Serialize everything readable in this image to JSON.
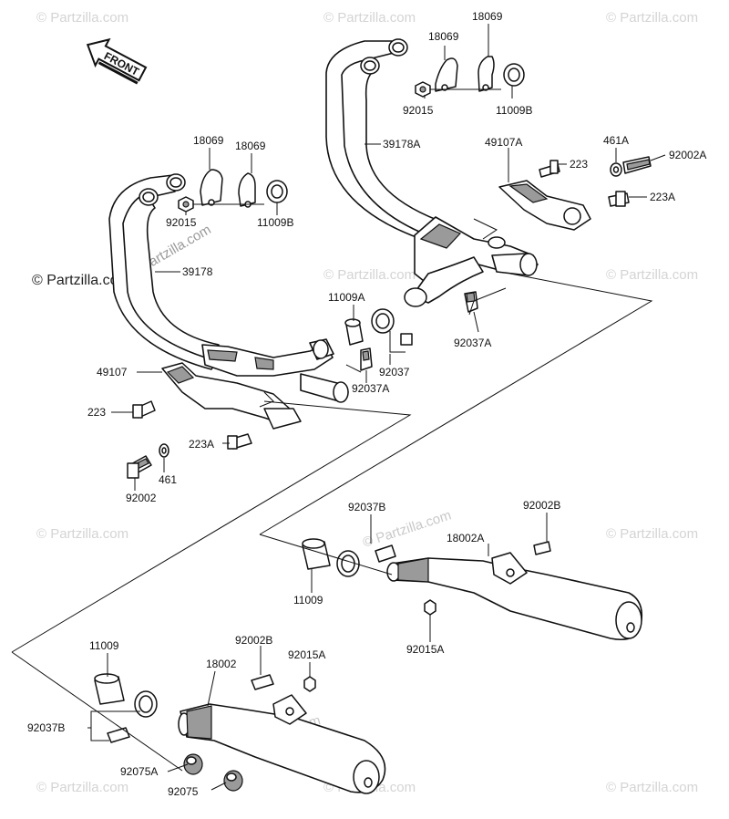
{
  "diagram": {
    "watermark": "© Partzilla.com",
    "direction_label": "FRONT",
    "part_labels": [
      {
        "id": "lbl-18069-top-a",
        "text": "18069"
      },
      {
        "id": "lbl-18069-top-b",
        "text": "18069"
      },
      {
        "id": "lbl-92015-top",
        "text": "92015"
      },
      {
        "id": "lbl-11009b-top",
        "text": "11009B"
      },
      {
        "id": "lbl-39178a",
        "text": "39178A"
      },
      {
        "id": "lbl-49107a",
        "text": "49107A"
      },
      {
        "id": "lbl-223-right",
        "text": "223"
      },
      {
        "id": "lbl-461a",
        "text": "461A"
      },
      {
        "id": "lbl-92002a",
        "text": "92002A"
      },
      {
        "id": "lbl-223a-right",
        "text": "223A"
      },
      {
        "id": "lbl-92037a-right",
        "text": "92037A"
      },
      {
        "id": "lbl-18069-left-a",
        "text": "18069"
      },
      {
        "id": "lbl-18069-left-b",
        "text": "18069"
      },
      {
        "id": "lbl-92015-left",
        "text": "92015"
      },
      {
        "id": "lbl-11009b-left",
        "text": "11009B"
      },
      {
        "id": "lbl-39178",
        "text": "39178"
      },
      {
        "id": "lbl-11009a",
        "text": "11009A"
      },
      {
        "id": "lbl-92037",
        "text": "92037"
      },
      {
        "id": "lbl-92037a-mid",
        "text": "92037A"
      },
      {
        "id": "lbl-49107",
        "text": "49107"
      },
      {
        "id": "lbl-223-left",
        "text": "223"
      },
      {
        "id": "lbl-223a-left",
        "text": "223A"
      },
      {
        "id": "lbl-461",
        "text": "461"
      },
      {
        "id": "lbl-92002",
        "text": "92002"
      },
      {
        "id": "lbl-92037b-right",
        "text": "92037B"
      },
      {
        "id": "lbl-92002b-right",
        "text": "92002B"
      },
      {
        "id": "lbl-18002a",
        "text": "18002A"
      },
      {
        "id": "lbl-11009-right",
        "text": "11009"
      },
      {
        "id": "lbl-92015a-right",
        "text": "92015A"
      },
      {
        "id": "lbl-11009-left",
        "text": "11009"
      },
      {
        "id": "lbl-92002b-left",
        "text": "92002B"
      },
      {
        "id": "lbl-18002",
        "text": "18002"
      },
      {
        "id": "lbl-92015a-left",
        "text": "92015A"
      },
      {
        "id": "lbl-92037b-left",
        "text": "92037B"
      },
      {
        "id": "lbl-92075a",
        "text": "92075A"
      },
      {
        "id": "lbl-92075",
        "text": "92075"
      }
    ]
  }
}
